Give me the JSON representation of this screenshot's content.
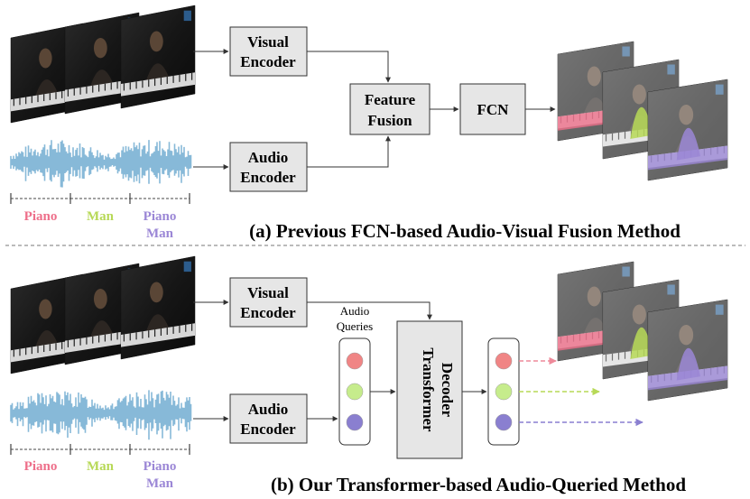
{
  "top": {
    "visual_encoder": [
      "Visual",
      "Encoder"
    ],
    "audio_encoder": [
      "Audio",
      "Encoder"
    ],
    "feature_fusion": [
      "Feature",
      "Fusion"
    ],
    "fcn": "FCN",
    "seg_labels": [
      "Piano",
      "Man",
      "Piano",
      "Man"
    ],
    "caption": "(a) Previous FCN-based Audio-Visual Fusion Method"
  },
  "bottom": {
    "visual_encoder": [
      "Visual",
      "Encoder"
    ],
    "audio_encoder": [
      "Audio",
      "Encoder"
    ],
    "audio_queries": [
      "Audio",
      "Queries"
    ],
    "transformer_decoder": [
      "Transformer",
      "Decoder"
    ],
    "seg_labels": [
      "Piano",
      "Man",
      "Piano",
      "Man"
    ],
    "caption": "(b) Our Transformer-based Audio-Queried Method"
  },
  "colors": {
    "piano": "#ee6f8a",
    "man": "#b7d957",
    "both": "#9b87d6",
    "wave": "#87b9d8",
    "box_fill": "#e6e6e6",
    "query_red": "#f08585",
    "query_green": "#c6ec8c",
    "query_purple": "#8a7fd0"
  }
}
